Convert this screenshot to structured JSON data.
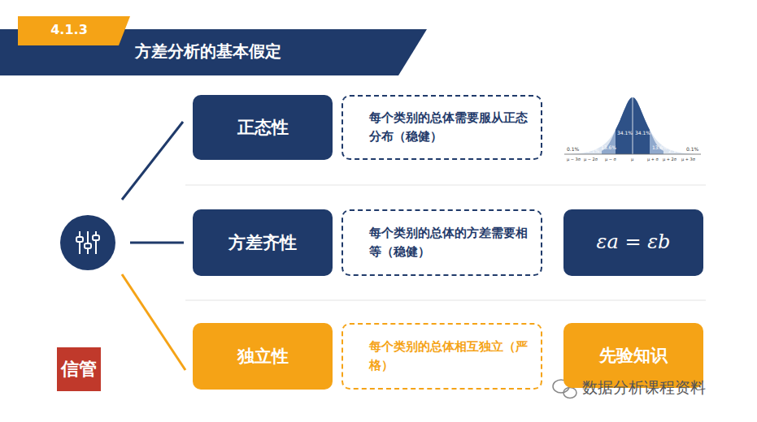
{
  "diagram": {
    "title": "方差分析的基本假定",
    "nodes": [
      {
        "text": [
          "正态性"
        ]
      },
      {
        "text": [
          "每个类别的总体需要服从正态分布（稳健）"
        ]
      },
      {
        "text": [
          "方差齐性"
        ]
      },
      {
        "text": [
          "每个类别的总体的方差需要相等（稳健）"
        ]
      },
      {
        "text": [
          "εa = εb"
        ]
      },
      {
        "text": [
          "独立性"
        ]
      },
      {
        "text": [
          "每个类别的总体相互独立（严格）"
        ]
      },
      {
        "text": [
          "先验知识"
        ]
      }
    ],
    "labels": [
      "4.1.3",
      "0.1%",
      "2.1%",
      "13.6%",
      "34.1%",
      "34.1%",
      "13.6%",
      "2.1%",
      "0.1%",
      "μ − 3σ",
      "μ − 2σ",
      "μ − σ",
      "μ",
      "μ + σ",
      "μ + 2σ",
      "μ + 3σ",
      "信管",
      "数据分析课程资料"
    ]
  }
}
